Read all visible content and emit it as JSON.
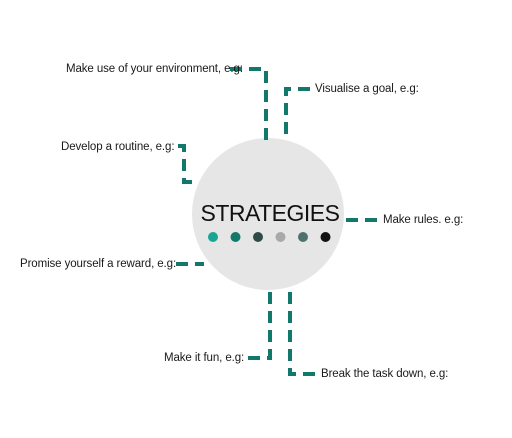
{
  "center": {
    "title": "STRATEGIES",
    "dot_colors": [
      "#1aa593",
      "#12786b",
      "#2f4b48",
      "#a9a9a9",
      "#4e716d",
      "#111111"
    ]
  },
  "labels": {
    "environment": "Make use of your environment, e.g:",
    "goal": "Visualise a goal, e.g:",
    "routine": "Develop a routine, e.g:",
    "rules": "Make rules. e.g:",
    "reward": "Promise yourself a reward, e.g:",
    "fun": "Make it fun, e.g:",
    "break_down": "Break the task down, e.g:"
  },
  "colors": {
    "connector": "#11786b",
    "circle": "#e6e6e6"
  }
}
